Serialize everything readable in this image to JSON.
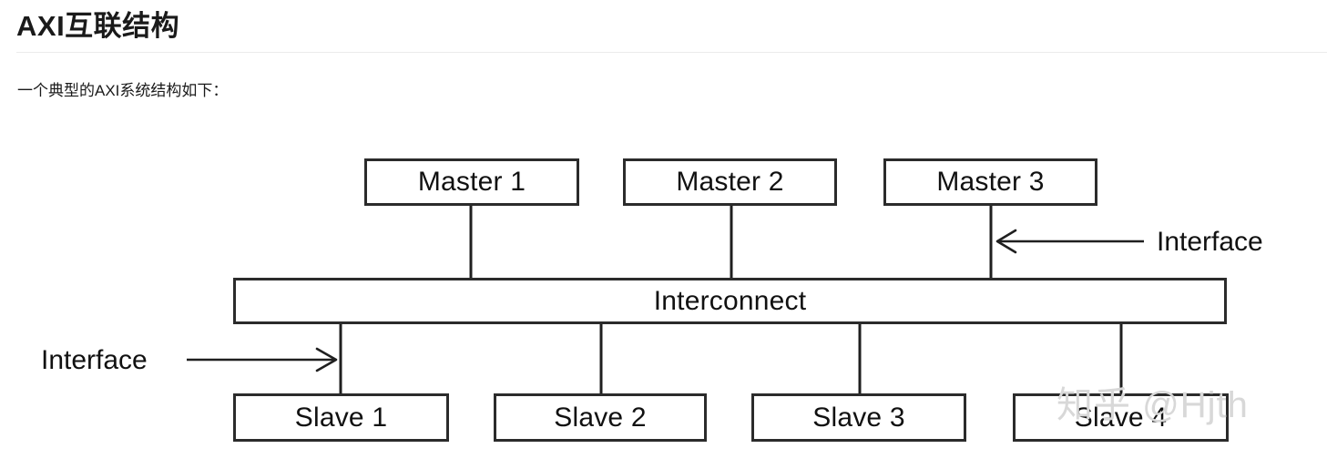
{
  "article": {
    "heading": "AXI互联结构",
    "paragraph": "一个典型的AXI系统结构如下："
  },
  "diagram": {
    "masters": [
      {
        "label": "Master 1"
      },
      {
        "label": "Master 2"
      },
      {
        "label": "Master 3"
      }
    ],
    "interconnect": {
      "label": "Interconnect"
    },
    "slaves": [
      {
        "label": "Slave 1"
      },
      {
        "label": "Slave 2"
      },
      {
        "label": "Slave 3"
      },
      {
        "label": "Slave 4"
      }
    ],
    "annotations": {
      "interface_right": "Interface",
      "interface_left": "Interface"
    },
    "colors": {
      "box_border": "#2b2b2b",
      "box_fill": "#ffffff",
      "line": "#1f1f1f",
      "text": "#111111",
      "rule": "#ececec",
      "watermark": "#d8d8d8"
    }
  },
  "watermark": {
    "text": "知乎 @Hjth"
  }
}
